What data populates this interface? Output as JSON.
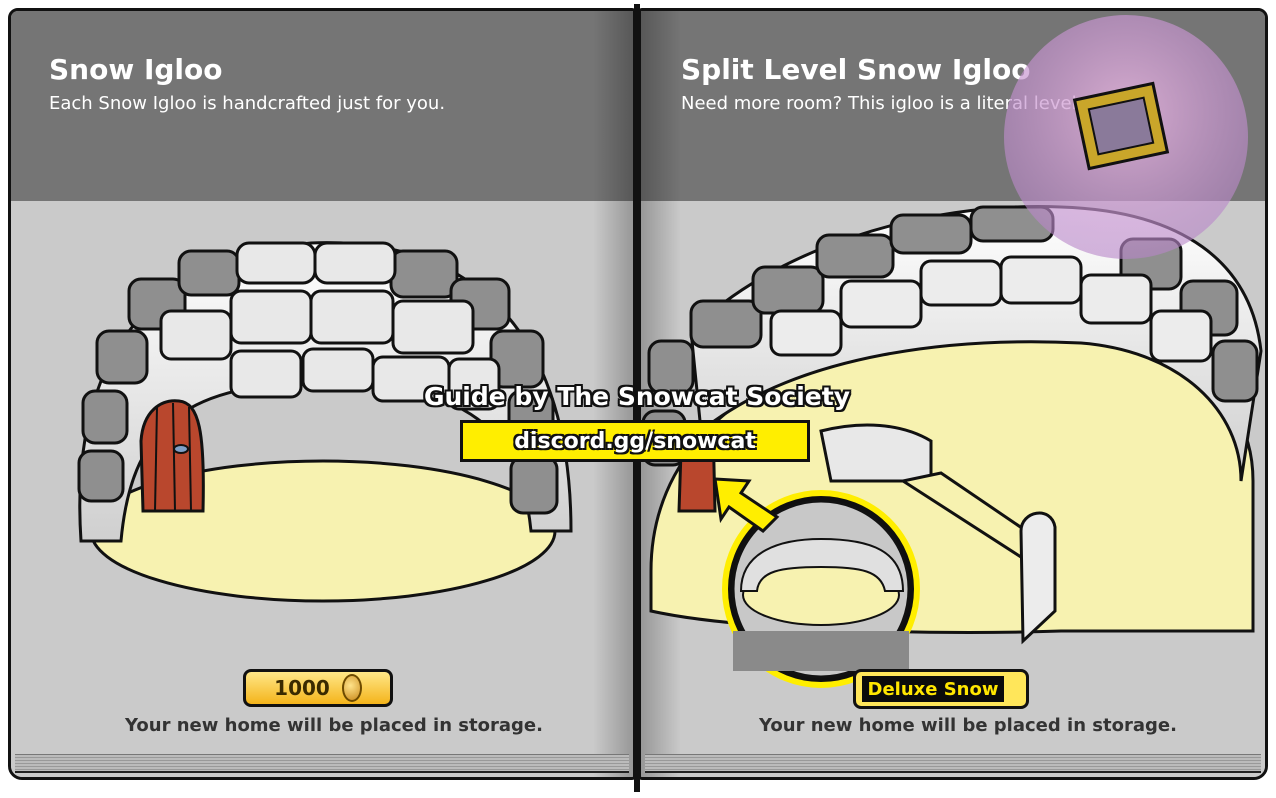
{
  "left_page": {
    "title": "Snow Igloo",
    "subtitle": "Each Snow Igloo is handcrafted just for you.",
    "price": "1000",
    "footer": "Your new home will be placed in storage."
  },
  "right_page": {
    "title": "Split Level Snow Igloo",
    "subtitle": "Need more room? This igloo is a literal level up!",
    "badge": "Deluxe Snow",
    "footer": "Your new home will be placed in storage."
  },
  "overlay": {
    "guide_text": "Guide by The Snowcat Society",
    "link_text": "discord.gg/snowcat"
  },
  "colors": {
    "header_gray": "#757575",
    "page_gray": "#cacaca",
    "floor_yellow": "#f7f2b0",
    "highlight_yellow": "#ffee00",
    "coin_gold": "#f4b41b"
  },
  "icons": {
    "coin": "coin-icon",
    "pointer": "arrow-pointer-icon",
    "computer": "computer-icon"
  }
}
